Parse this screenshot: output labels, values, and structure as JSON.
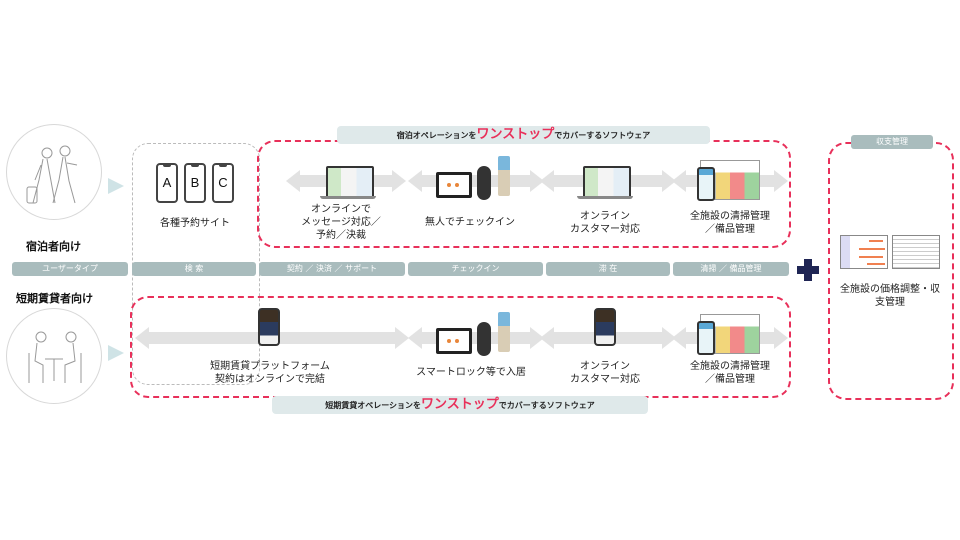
{
  "users": {
    "lodging": {
      "label": "宿泊者向け",
      "icon": "travelers-icon"
    },
    "short_term": {
      "label": "短期賃貸者向け",
      "icon": "meeting-icon"
    }
  },
  "stages": [
    {
      "label": "ユーザータイプ"
    },
    {
      "label": "検 索"
    },
    {
      "label": "契約 ／ 決済 ／ サポート"
    },
    {
      "label": "チェックイン"
    },
    {
      "label": "滞 在"
    },
    {
      "label": "清掃 ／ 備品管理"
    }
  ],
  "search": {
    "phones": [
      "A",
      "B",
      "C"
    ],
    "caption": "各種予約サイト"
  },
  "lodging_banner": {
    "prefix": "宿泊オペレーションを",
    "highlight": "ワンストップ",
    "suffix": "でカバーするソフトウェア"
  },
  "short_banner": {
    "prefix": "短期賃貸オペレーションを",
    "highlight": "ワンストップ",
    "suffix": "でカバーするソフトウェア"
  },
  "lodging_steps": [
    {
      "line1": "オンラインで",
      "line2": "メッセージ対応／",
      "line3": "予約／決裁"
    },
    {
      "line1": "無人でチェックイン"
    },
    {
      "line1": "オンライン",
      "line2": "カスタマー対応"
    },
    {
      "line1": "全施設の清掃管理",
      "line2": "／備品管理"
    }
  ],
  "short_steps": [
    {
      "line1": "短期賃貸プラットフォーム",
      "line2": "契約はオンラインで完結"
    },
    {
      "line1": "スマートロック等で入居"
    },
    {
      "line1": "オンライン",
      "line2": "カスタマー対応"
    },
    {
      "line1": "全施設の清掃管理",
      "line2": "／備品管理"
    }
  ],
  "finance": {
    "title": "収支管理",
    "caption_line1": "全施設の価格調整・収",
    "caption_line2": "支管理"
  },
  "colors": {
    "accent_red": "#e8305a",
    "stage_bar": "#a9bcbd",
    "banner_bg": "#dfe9ea",
    "plus": "#1f2554"
  }
}
